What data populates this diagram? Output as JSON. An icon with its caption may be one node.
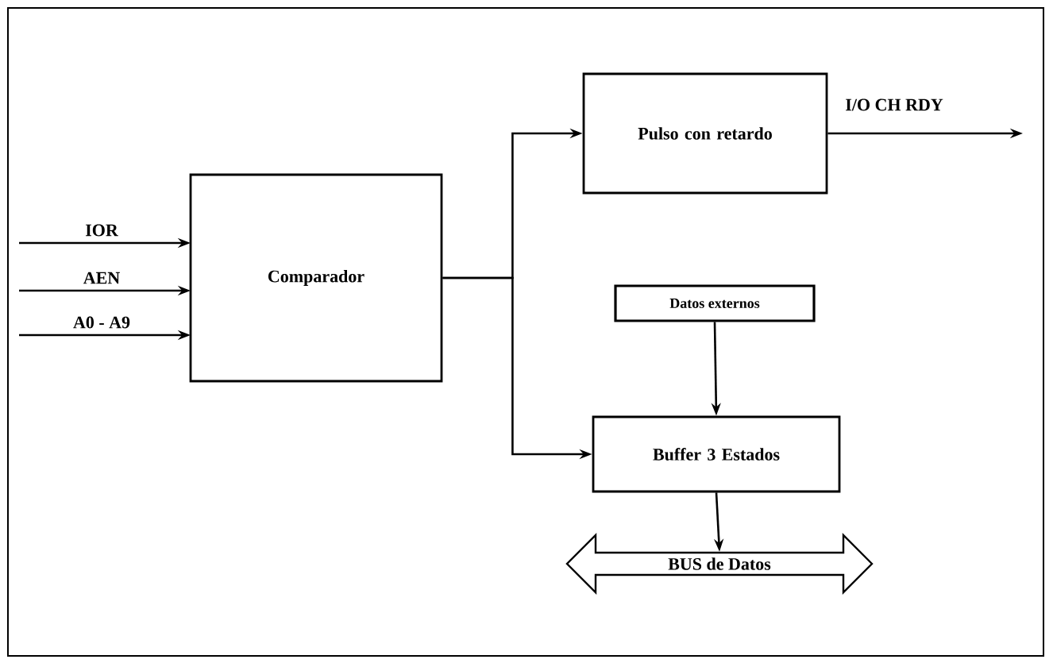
{
  "diagram": {
    "nodes": [
      {
        "text": [
          "Comparador"
        ]
      },
      {
        "text": [
          "Pulso con retardo"
        ]
      },
      {
        "text": [
          "Datos externos"
        ]
      },
      {
        "text": [
          "Buffer 3 Estados"
        ]
      },
      {
        "text": [
          "BUS de Datos"
        ]
      }
    ],
    "edges": [
      {
        "from": null,
        "to": 0,
        "arrow": "to",
        "label": "IOR"
      },
      {
        "from": null,
        "to": 0,
        "arrow": "to",
        "label": "AEN"
      },
      {
        "from": null,
        "to": 0,
        "arrow": "to",
        "label": "A0 - A9"
      },
      {
        "from": 0,
        "to": 1,
        "arrow": "to"
      },
      {
        "from": 0,
        "to": 3,
        "arrow": "to"
      },
      {
        "from": 1,
        "to": null,
        "arrow": "to",
        "label": "I/O CH RDY"
      },
      {
        "from": 2,
        "to": 3,
        "arrow": "to"
      },
      {
        "from": 3,
        "to": 4,
        "arrow": "to"
      }
    ]
  }
}
